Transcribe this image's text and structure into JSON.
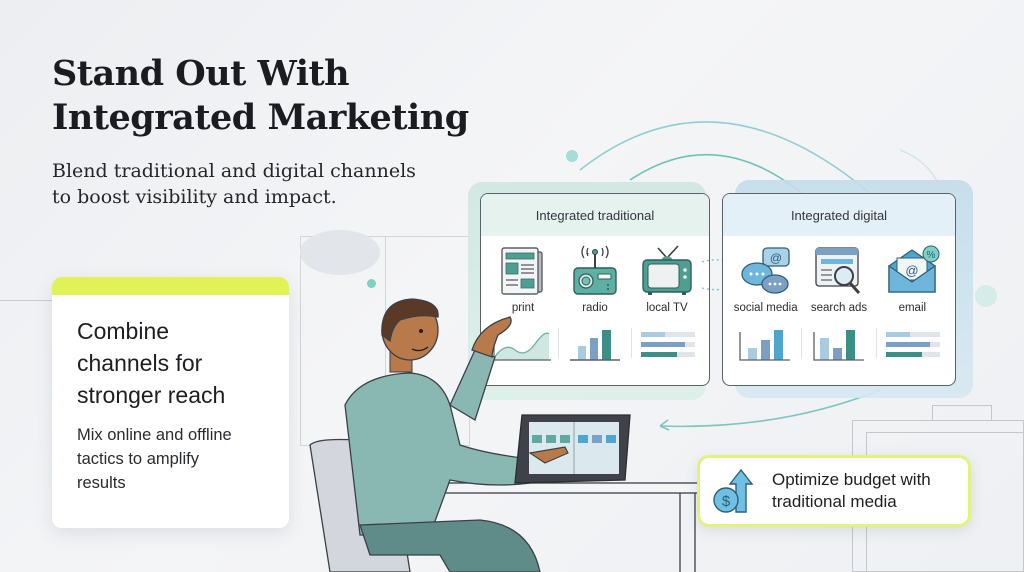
{
  "hero": {
    "title_line1": "Stand Out With",
    "title_line2": "Integrated Marketing",
    "subtitle_line1": "Blend traditional and digital channels",
    "subtitle_line2": "to boost visibility and impact."
  },
  "left_card": {
    "accent_color": "#e0f255",
    "title_line1": "Combine",
    "title_line2": "channels for",
    "title_line3": "stronger reach",
    "body_line1": "Mix online and offline",
    "body_line2": "tactics to amplify",
    "body_line3": "results"
  },
  "panels": {
    "traditional": {
      "title": "Integrated traditional",
      "channels": [
        {
          "label": "print",
          "icon": "newspaper-icon"
        },
        {
          "label": "radio",
          "icon": "radio-icon"
        },
        {
          "label": "local TV",
          "icon": "tv-icon"
        }
      ],
      "charts": [
        "area-chart",
        "bar-chart",
        "horizontal-bar-chart"
      ]
    },
    "digital": {
      "title": "Integrated digital",
      "channels": [
        {
          "label": "social media",
          "icon": "chat-bubbles-icon"
        },
        {
          "label": "search ads",
          "icon": "search-browser-icon"
        },
        {
          "label": "email",
          "icon": "envelope-icon"
        }
      ],
      "charts": [
        "bar-chart",
        "bar-chart",
        "horizontal-bar-chart"
      ]
    }
  },
  "budget_card": {
    "line1": "Optimize budget with",
    "line2": "traditional media",
    "icon": "dollar-arrow-up-icon",
    "border_color": "#e3f27a"
  },
  "colors": {
    "teal": "#3b8f87",
    "teal_light": "#5fa9a1",
    "blue": "#4ea6cf",
    "blue_muted": "#7c9fc4",
    "blue_light": "#a9cbe0"
  }
}
